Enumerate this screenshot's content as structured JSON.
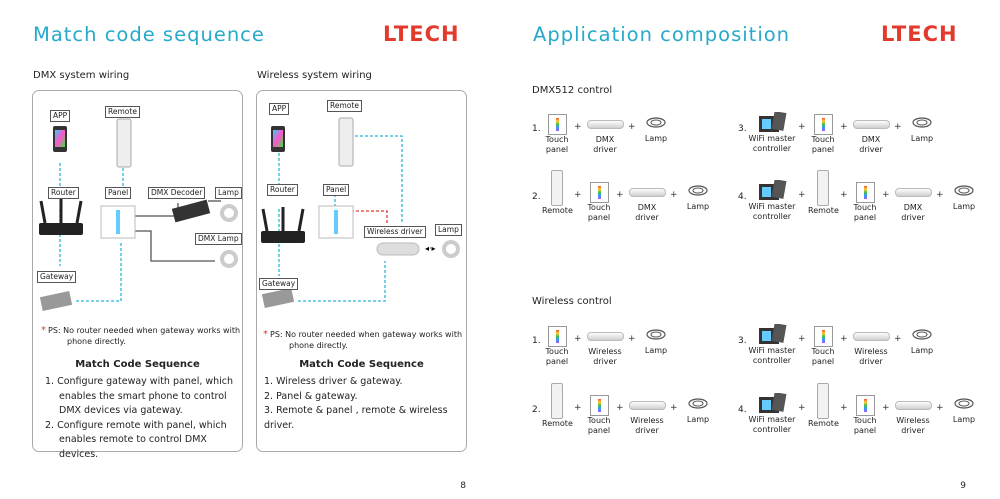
{
  "left": {
    "title": "Match code sequence",
    "logo": "LTECH",
    "page_number": "8",
    "dmx": {
      "heading": "DMX system wiring",
      "labels": {
        "app": "APP",
        "remote": "Remote",
        "router": "Router",
        "panel": "Panel",
        "decoder": "DMX Decoder",
        "lamp": "Lamp",
        "dmx_lamp": "DMX Lamp",
        "gateway": "Gateway"
      },
      "ps_mark": "*",
      "ps": "PS: No router needed when gateway works with",
      "ps2": "phone directly.",
      "seq_title": "Match Code Sequence",
      "steps": [
        {
          "a": "1. Configure gateway with panel, which",
          "b": "enables the smart phone to control",
          "c": "DMX devices via gateway."
        },
        {
          "a": "2. Configure remote with panel, which",
          "b": "enables remote to control DMX devices."
        }
      ]
    },
    "wireless": {
      "heading": "Wireless system wiring",
      "labels": {
        "app": "APP",
        "remote": "Remote",
        "router": "Router",
        "panel": "Panel",
        "driver": "Wireless driver",
        "lamp": "Lamp",
        "gateway": "Gateway"
      },
      "ps_mark": "*",
      "ps": "PS: No router needed when gateway works with",
      "ps2": "phone directly.",
      "seq_title": "Match Code Sequence",
      "steps": [
        "1. Wireless driver & gateway.",
        "2. Panel & gateway.",
        "3. Remote & panel , remote & wireless driver."
      ]
    }
  },
  "right": {
    "title": "Application composition",
    "logo": "LTECH",
    "page_number": "9",
    "dmx512": {
      "heading": "DMX512 control",
      "rows": [
        {
          "num": "1.",
          "items": [
            {
              "icon": "touch-panel",
              "a": "Touch",
              "b": "panel"
            },
            {
              "icon": "dmx-driver",
              "a": "DMX",
              "b": "driver"
            },
            {
              "icon": "lamp",
              "a": "Lamp",
              "b": ""
            }
          ]
        },
        {
          "num": "3.",
          "items": [
            {
              "icon": "wifi-master-controller",
              "a": "WiFi master",
              "b": "controller"
            },
            {
              "icon": "touch-panel",
              "a": "Touch",
              "b": "panel"
            },
            {
              "icon": "dmx-driver",
              "a": "DMX",
              "b": "driver"
            },
            {
              "icon": "lamp",
              "a": "Lamp",
              "b": ""
            }
          ]
        },
        {
          "num": "2.",
          "items": [
            {
              "icon": "remote",
              "a": "Remote",
              "b": ""
            },
            {
              "icon": "touch-panel",
              "a": "Touch",
              "b": "panel"
            },
            {
              "icon": "dmx-driver",
              "a": "DMX",
              "b": "driver"
            },
            {
              "icon": "lamp",
              "a": "Lamp",
              "b": ""
            }
          ]
        },
        {
          "num": "4.",
          "items": [
            {
              "icon": "wifi-master-controller",
              "a": "WiFi master",
              "b": "controller"
            },
            {
              "icon": "remote",
              "a": "Remote",
              "b": ""
            },
            {
              "icon": "touch-panel",
              "a": "Touch",
              "b": "panel"
            },
            {
              "icon": "dmx-driver",
              "a": "DMX",
              "b": "driver"
            },
            {
              "icon": "lamp",
              "a": "Lamp",
              "b": ""
            }
          ]
        }
      ]
    },
    "wireless": {
      "heading": "Wireless control",
      "rows": [
        {
          "num": "1.",
          "items": [
            {
              "icon": "touch-panel",
              "a": "Touch",
              "b": "panel"
            },
            {
              "icon": "wireless-driver",
              "a": "Wireless",
              "b": "driver"
            },
            {
              "icon": "lamp",
              "a": "Lamp",
              "b": ""
            }
          ]
        },
        {
          "num": "3.",
          "items": [
            {
              "icon": "wifi-master-controller",
              "a": "WiFi master",
              "b": "controller"
            },
            {
              "icon": "touch-panel",
              "a": "Touch",
              "b": "panel"
            },
            {
              "icon": "wireless-driver",
              "a": "Wireless",
              "b": "driver"
            },
            {
              "icon": "lamp",
              "a": "Lamp",
              "b": ""
            }
          ]
        },
        {
          "num": "2.",
          "items": [
            {
              "icon": "remote",
              "a": "Remote",
              "b": ""
            },
            {
              "icon": "touch-panel",
              "a": "Touch",
              "b": "panel"
            },
            {
              "icon": "wireless-driver",
              "a": "Wireless",
              "b": "driver"
            },
            {
              "icon": "lamp",
              "a": "Lamp",
              "b": ""
            }
          ]
        },
        {
          "num": "4.",
          "items": [
            {
              "icon": "wifi-master-controller",
              "a": "WiFi master",
              "b": "controller"
            },
            {
              "icon": "remote",
              "a": "Remote",
              "b": ""
            },
            {
              "icon": "touch-panel",
              "a": "Touch",
              "b": "panel"
            },
            {
              "icon": "wireless-driver",
              "a": "Wireless",
              "b": "driver"
            },
            {
              "icon": "lamp",
              "a": "Lamp",
              "b": ""
            }
          ]
        }
      ]
    }
  }
}
